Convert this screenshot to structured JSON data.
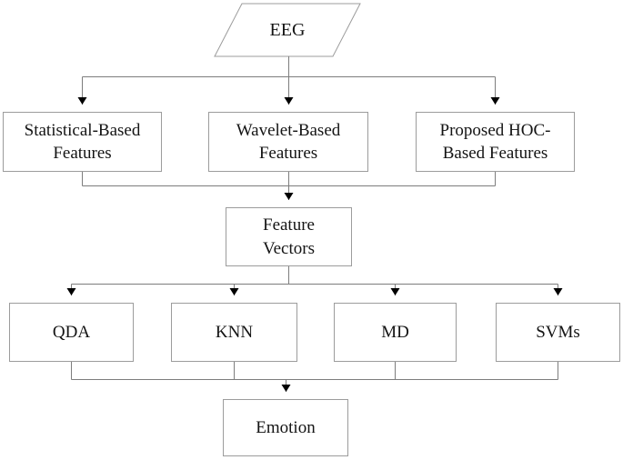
{
  "diagram": {
    "type": "flowchart",
    "nodes": {
      "eeg": {
        "label": "EEG",
        "shape": "parallelogram",
        "lines": [
          "EEG"
        ]
      },
      "statistical": {
        "label": "Statistical-Based Features",
        "shape": "rect",
        "lines": [
          "Statistical-Based",
          "Features"
        ]
      },
      "wavelet": {
        "label": "Wavelet-Based Features",
        "shape": "rect",
        "lines": [
          "Wavelet-Based",
          "Features"
        ]
      },
      "hoc": {
        "label": "Proposed HOC-Based Features",
        "shape": "rect",
        "lines": [
          "Proposed HOC-",
          "Based Features"
        ]
      },
      "feature_vectors": {
        "label": "Feature Vectors",
        "shape": "rect",
        "lines": [
          "Feature",
          "Vectors"
        ]
      },
      "qda": {
        "label": "QDA",
        "shape": "rect",
        "lines": [
          "QDA"
        ]
      },
      "knn": {
        "label": "KNN",
        "shape": "rect",
        "lines": [
          "KNN"
        ]
      },
      "md": {
        "label": "MD",
        "shape": "rect",
        "lines": [
          "MD"
        ]
      },
      "svms": {
        "label": "SVMs",
        "shape": "rect",
        "lines": [
          "SVMs"
        ]
      },
      "emotion": {
        "label": "Emotion",
        "shape": "rect",
        "lines": [
          "Emotion"
        ]
      }
    },
    "edges": [
      {
        "from": "eeg",
        "to": "statistical"
      },
      {
        "from": "eeg",
        "to": "wavelet"
      },
      {
        "from": "eeg",
        "to": "hoc"
      },
      {
        "from": "statistical",
        "to": "feature_vectors"
      },
      {
        "from": "wavelet",
        "to": "feature_vectors"
      },
      {
        "from": "hoc",
        "to": "feature_vectors"
      },
      {
        "from": "feature_vectors",
        "to": "qda"
      },
      {
        "from": "feature_vectors",
        "to": "knn"
      },
      {
        "from": "feature_vectors",
        "to": "md"
      },
      {
        "from": "feature_vectors",
        "to": "svms"
      },
      {
        "from": "qda",
        "to": "emotion"
      },
      {
        "from": "knn",
        "to": "emotion"
      },
      {
        "from": "md",
        "to": "emotion"
      },
      {
        "from": "svms",
        "to": "emotion"
      }
    ],
    "colors": {
      "line": "#7d7d7d",
      "box_border": "#9c9c9c",
      "text": "#141414",
      "arrowhead": "#000000",
      "background": "#ffffff"
    }
  }
}
